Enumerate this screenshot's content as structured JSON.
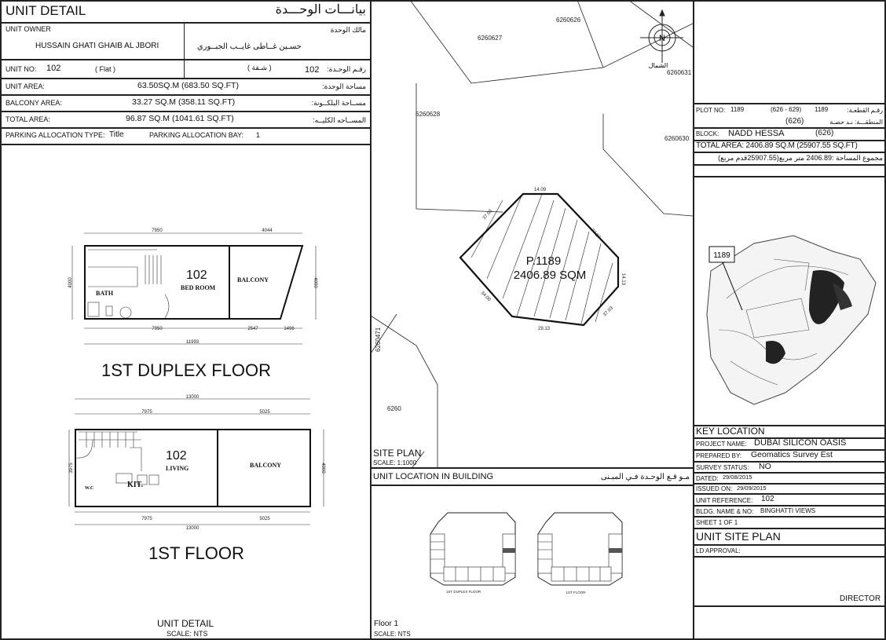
{
  "unit_detail": {
    "title": "UNIT DETAIL",
    "title_ar": "بيانـــات الوحـــدة",
    "owner_label": "UNIT OWNER",
    "owner_label_ar": "مالك الوحدة",
    "owner": "HUSSAIN GHATI GHAIB AL JBORI",
    "owner_ar": "حسـين غــاطى غايــب الجبــوري",
    "unit_no_label": "UNIT NO:",
    "unit_no": "102",
    "unit_type": "(    Flat    )",
    "unit_no_label_ar": "رقـم الوحـدة:",
    "unit_no_ar": "102",
    "unit_type_ar": "(    شـقة    )",
    "unit_area_label": "UNIT AREA:",
    "unit_area": "63.50SQ.M (683.50 SQ.FT)",
    "unit_area_label_ar": "مساحة الوحدة:",
    "balcony_area_label": "BALCONY AREA:",
    "balcony_area": "33.27 SQ.M (358.11 SQ.FT)",
    "balcony_area_label_ar": "مســاحة البلكــونة:",
    "total_area_label": "TOTAL AREA:",
    "total_area": "96.87  SQ.M (1041.61 SQ.FT)",
    "total_area_label_ar": "المســاحه الكليــه:",
    "parking_type_label": "PARKING ALLOCATION TYPE:",
    "parking_type": "Title",
    "parking_bay_label": "PARKING ALLOCATION BAY:",
    "parking_bay": "1",
    "footer_title": "UNIT DETAIL",
    "footer_scale": "SCALE: NTS"
  },
  "floor_plans": [
    {
      "title": "1ST DUPLEX FLOOR",
      "unit": "102",
      "room": "BED ROOM",
      "bath": "BATH",
      "balcony": "BALCONY",
      "dims": {
        "top_left": "7950",
        "top_right": "4044",
        "bottom_left": "7950",
        "bottom_mid": "2547",
        "bottom_right": "1496",
        "overall": "11993",
        "height_left": "4000",
        "height_right": "4000"
      }
    },
    {
      "title": "1ST FLOOR",
      "unit": "102",
      "room": "LIVING",
      "kitchen": "KIT.",
      "wc": "W.C",
      "balcony": "BALCONY",
      "dims": {
        "top_overall": "13000",
        "top_left": "7975",
        "top_right": "5025",
        "bottom_left": "7975",
        "bottom_right": "5025",
        "bottom_overall": "13000",
        "height_left": "3975",
        "height_right": "4000"
      }
    }
  ],
  "site_plan": {
    "parcels": [
      "6260626",
      "6260627",
      "6260628",
      "6260630",
      "6260631",
      "6260471",
      "6260"
    ],
    "plot_label": "P.1189",
    "plot_area": "2406.89 SQM",
    "edges": [
      "14.09",
      "37.27",
      "14.13",
      "37.03",
      "29.13",
      "34.00",
      "37.03"
    ],
    "north": "N",
    "north_ar": "الشمال",
    "title": "SITE PLAN",
    "scale": "SCALE: 1:1000"
  },
  "unit_location": {
    "title": "UNIT LOCATION IN BUILDING",
    "title_ar": "مـو قـع الوحـدة  فـي المبـنى",
    "floors": [
      "1ST DUPLEX FLOOR",
      "1ST FLOOR"
    ],
    "floor": "Floor 1",
    "scale": "SCALE:  NTS",
    "highlight_color": "#555555"
  },
  "plot_info": {
    "plot_no_label": "PLOT NO:",
    "plot_no": "1189",
    "plot_range": "(626 - 629)",
    "plot_no_ar": "1189",
    "plot_no_label_ar": "رقـم القطعـة:",
    "area_code": "(626)",
    "area_label_ar": "المنطقـــة:  نـد حصـة",
    "block_label": "BLOCK:",
    "block": "NADD HESSA",
    "block_code": "(626)",
    "total_area": "TOTAL AREA: 2406.89 SQ.M (25907.55 SQ.FT)",
    "total_area_ar": "مجموع المساحة :2406.89 متر مربع(25907.55قدم مربع)"
  },
  "key_location": {
    "marker": "1189",
    "title": "KEY LOCATION"
  },
  "title_block": {
    "project_label": "PROJECT NAME:",
    "project": "DUBAI SILICON OASIS",
    "prepared_label": "PREPARED BY:",
    "prepared": "Geomatics Survey Est",
    "survey_label": "SURVEY STATUS:",
    "survey": "NO",
    "dated_label": "DATED:",
    "dated": "29/08/2015",
    "issued_label": "ISSUED ON:",
    "issued": "29/09/2015",
    "ref_label": "UNIT REFERENCE:",
    "ref": "102",
    "bldg_label": "BLDG. NAME & NO:",
    "bldg": "BINGHATTI VIEWS",
    "sheet": "SHEET 1 OF 1",
    "doc_title": "UNIT SITE PLAN",
    "ld_label": "LD APPROVAL:",
    "director": "DIRECTOR"
  }
}
